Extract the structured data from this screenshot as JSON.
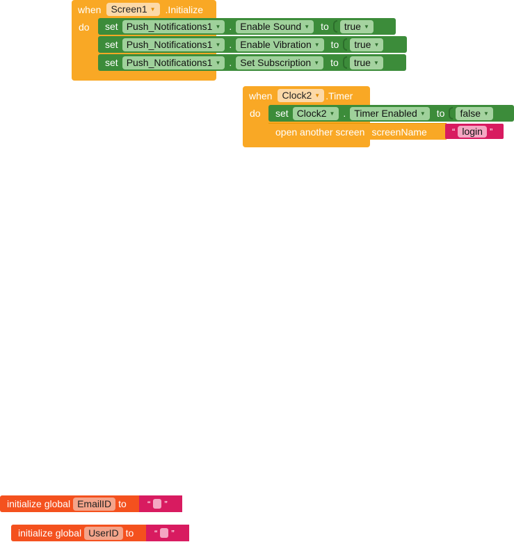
{
  "screen_init": {
    "when": "when",
    "component": "Screen1",
    "event": ".Initialize",
    "do": "do",
    "rows": [
      {
        "set": "set",
        "component": "Push_Notifications1",
        "dot": ".",
        "property": "Enable Sound",
        "to": "to",
        "value": "true"
      },
      {
        "set": "set",
        "component": "Push_Notifications1",
        "dot": ".",
        "property": "Enable Vibration",
        "to": "to",
        "value": "true"
      },
      {
        "set": "set",
        "component": "Push_Notifications1",
        "dot": ".",
        "property": "Set Subscription",
        "to": "to",
        "value": "true"
      }
    ]
  },
  "clock_timer": {
    "when": "when",
    "component": "Clock2",
    "event": ".Timer",
    "do": "do",
    "set_row": {
      "set": "set",
      "component": "Clock2",
      "dot": ".",
      "property": "Timer Enabled",
      "to": "to",
      "value": "false"
    },
    "open_row": {
      "label": "open another screen",
      "param": "screenName",
      "open_quote": "“",
      "value": "login",
      "close_quote": "”"
    }
  },
  "globals": [
    {
      "label": "initialize global",
      "name": "EmailID",
      "to": "to",
      "open_quote": "“",
      "close_quote": "”"
    },
    {
      "label": "initialize global",
      "name": "UserID",
      "to": "to",
      "open_quote": "“",
      "close_quote": "”"
    }
  ],
  "icons": {
    "dropdown": "▼"
  },
  "colors": {
    "event": "#f9a825",
    "setter": "#3c8c3a",
    "text": "#d81b60",
    "global": "#f4511e"
  }
}
